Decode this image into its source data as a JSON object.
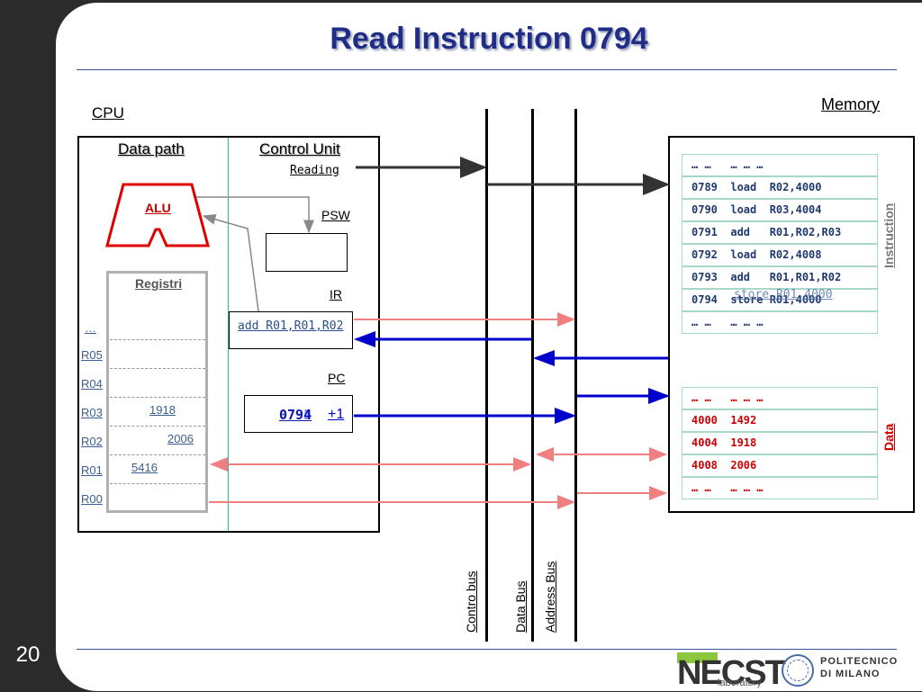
{
  "slide": {
    "title": "Read Instruction 0794",
    "page_number": "20"
  },
  "cpu": {
    "label": "CPU",
    "data_path_label": "Data path",
    "control_unit_label": "Control Unit",
    "reading_label": "Reading",
    "alu_label": "ALU",
    "psw_label": "PSW",
    "ir_label": "IR",
    "ir_value": "add R01,R01,R02",
    "pc_label": "PC",
    "pc_value_old": "0794",
    "pc_value_new": "0795",
    "pc_increment": "+1",
    "registers_label": "Registri",
    "register_names": [
      "…",
      "R05",
      "R04",
      "R03",
      "R02",
      "R01",
      "R00"
    ],
    "register_values": {
      "r03": "1918",
      "r02": "2006",
      "r01": "5416"
    }
  },
  "memory": {
    "label": "Memory",
    "instruction_label": "Instruction",
    "data_label": "Data",
    "instruction_rows": [
      "… …   … … …",
      "0789  load  R02,4000",
      "0790  load  R03,4004",
      "0791  add   R01,R02,R03",
      "0792  load  R02,4008",
      "0793  add   R01,R01,R02",
      "0794  store R01,4000",
      "… …   … … …"
    ],
    "overlay_text": "store R01,4000",
    "data_rows": [
      "… …   … … …",
      "4000  1492",
      "4004  1918",
      "4008  2006",
      "… …   … … …"
    ]
  },
  "buses": {
    "control": "Contro bus",
    "data": "Data Bus",
    "address": "Address Bus"
  },
  "logos": {
    "necst": "NECST",
    "laboratory": "laboratory",
    "polimi_line1": "POLITECNICO",
    "polimi_line2": "DI MILANO"
  },
  "colors": {
    "title": "#1f2d86",
    "alu": "#e00000",
    "blue_arrow": "#0000cc",
    "pink_arrow": "#f08080",
    "memory_text": "#1f3a6e",
    "data_text": "#cc0000"
  }
}
